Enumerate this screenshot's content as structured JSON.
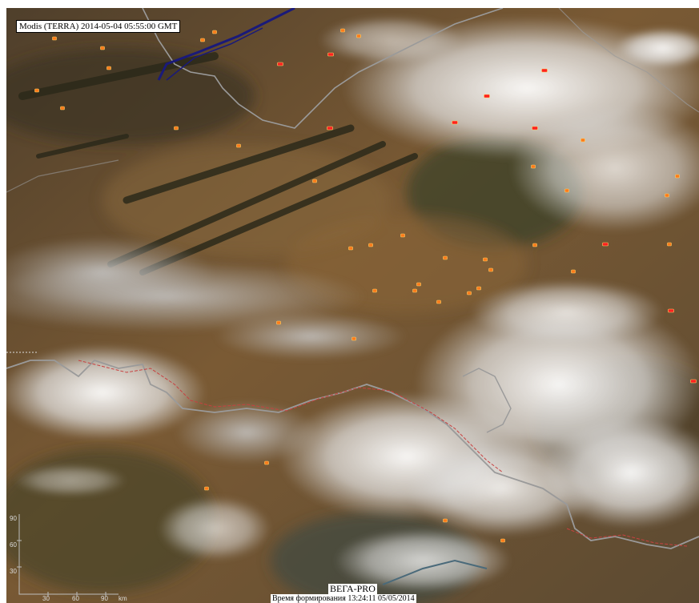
{
  "header": {
    "title": "Modis (TERRA) 2014-05-04 05:55:00 GMT"
  },
  "footer": {
    "brand": "ВЕГА-PRO",
    "formed": "Время формирования 13:24:11 05/05/2014"
  },
  "scale": {
    "y_ticks": [
      "90",
      "60",
      "30"
    ],
    "x_ticks": [
      "30",
      "60",
      "90"
    ],
    "unit": "km"
  },
  "colors": {
    "fire_orange": "#ff7a1a",
    "fire_red": "#ff2020",
    "border_line": "#9a9a9a",
    "river_red": "#c84040",
    "water_blue": "#1a1a7a"
  },
  "fires": [
    [
      260,
      30,
      "o"
    ],
    [
      245,
      40,
      "o"
    ],
    [
      342,
      70,
      "r"
    ],
    [
      405,
      58,
      "r"
    ],
    [
      420,
      28,
      "o"
    ],
    [
      440,
      35,
      "o"
    ],
    [
      600,
      110,
      "r"
    ],
    [
      672,
      78,
      "r"
    ],
    [
      404,
      150,
      "r"
    ],
    [
      560,
      143,
      "r"
    ],
    [
      660,
      150,
      "r"
    ],
    [
      720,
      165,
      "o"
    ],
    [
      838,
      210,
      "o"
    ],
    [
      825,
      234,
      "o"
    ],
    [
      700,
      228,
      "o"
    ],
    [
      658,
      198,
      "o"
    ],
    [
      385,
      216,
      "o"
    ],
    [
      290,
      172,
      "o"
    ],
    [
      455,
      296,
      "o"
    ],
    [
      598,
      314,
      "o"
    ],
    [
      605,
      327,
      "o"
    ],
    [
      660,
      296,
      "o"
    ],
    [
      708,
      329,
      "o"
    ],
    [
      748,
      295,
      "r"
    ],
    [
      828,
      295,
      "o"
    ],
    [
      460,
      353,
      "o"
    ],
    [
      515,
      345,
      "o"
    ],
    [
      510,
      353,
      "o"
    ],
    [
      540,
      367,
      "o"
    ],
    [
      578,
      356,
      "o"
    ],
    [
      590,
      350,
      "o"
    ],
    [
      548,
      312,
      "o"
    ],
    [
      495,
      284,
      "o"
    ],
    [
      430,
      300,
      "o"
    ],
    [
      830,
      378,
      "r"
    ],
    [
      858,
      466,
      "r"
    ],
    [
      434,
      413,
      "o"
    ],
    [
      340,
      393,
      "o"
    ],
    [
      250,
      600,
      "o"
    ],
    [
      548,
      640,
      "o"
    ],
    [
      620,
      665,
      "o"
    ],
    [
      325,
      568,
      "o"
    ],
    [
      60,
      38,
      "o"
    ],
    [
      120,
      50,
      "o"
    ],
    [
      70,
      125,
      "o"
    ],
    [
      38,
      103,
      "o"
    ],
    [
      128,
      75,
      "o"
    ],
    [
      212,
      150,
      "o"
    ]
  ]
}
